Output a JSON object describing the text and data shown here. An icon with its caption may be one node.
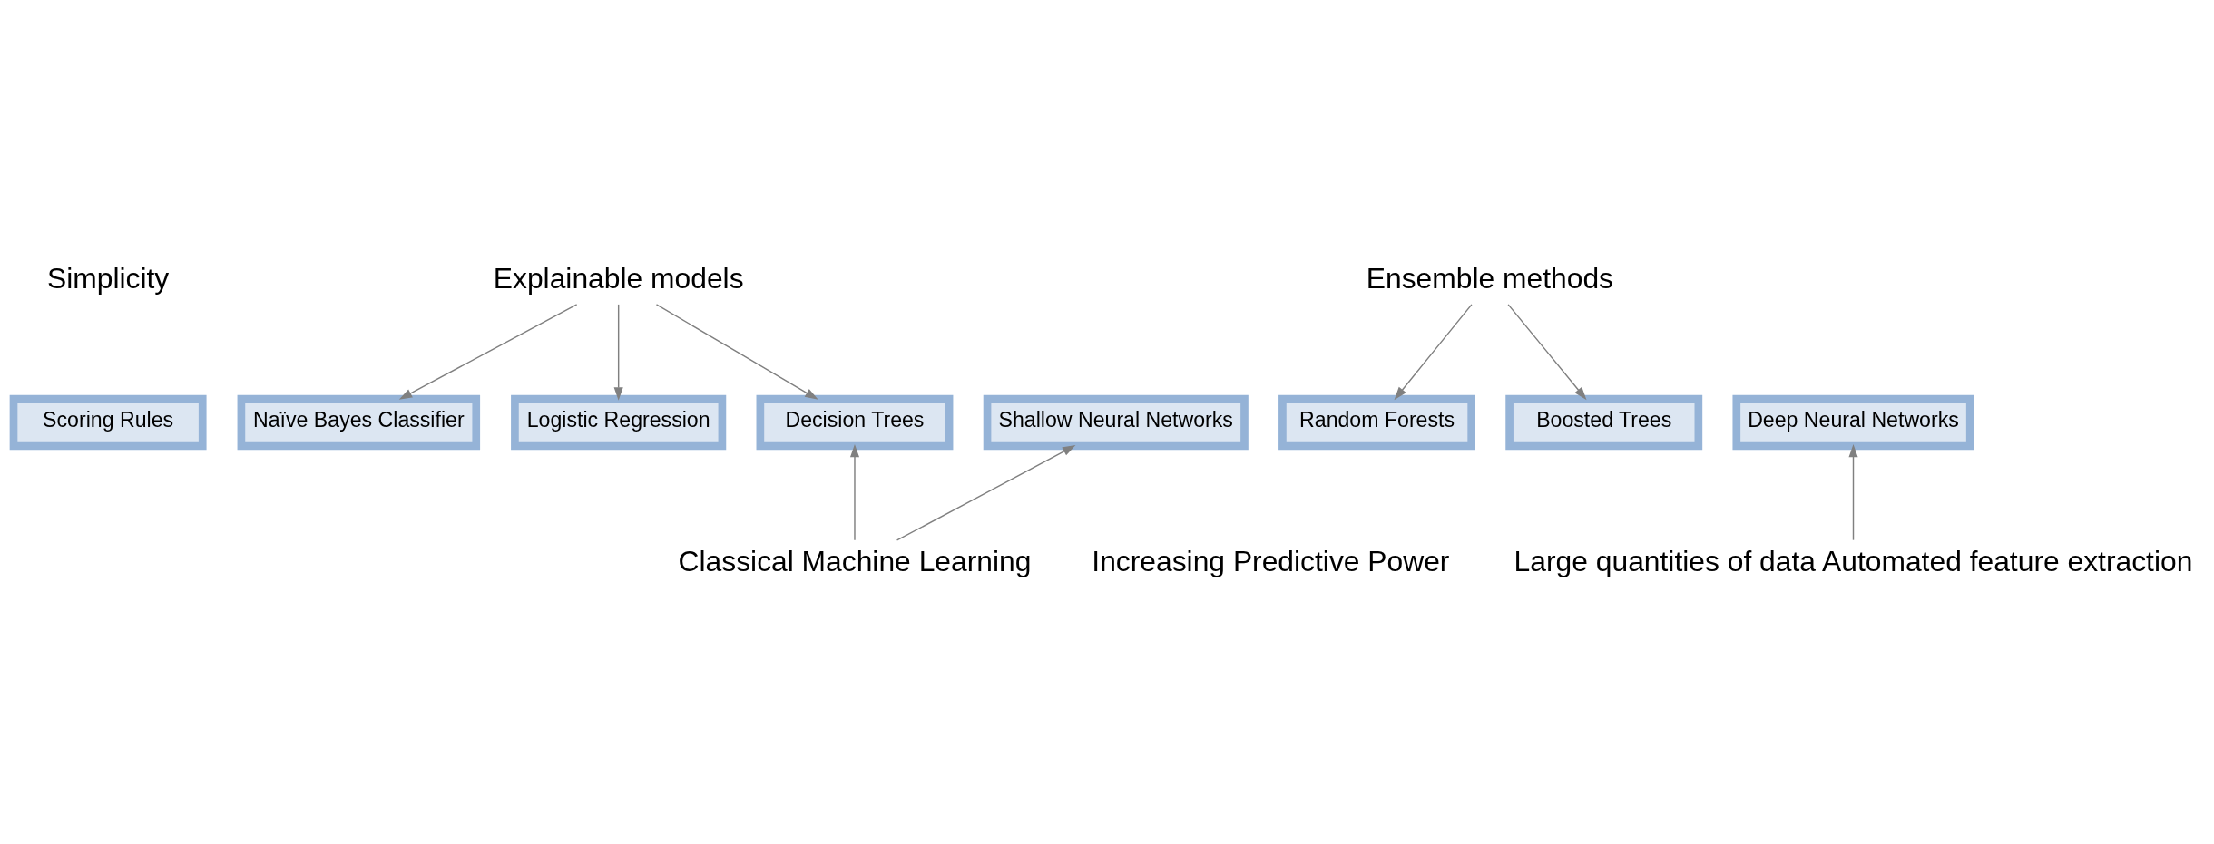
{
  "diagram": {
    "nodes": [
      {
        "text": [
          "Scoring Rules"
        ]
      },
      {
        "text": [
          "Naïve Bayes Classifier"
        ]
      },
      {
        "text": [
          "Logistic Regression"
        ]
      },
      {
        "text": [
          "Decision Trees"
        ]
      },
      {
        "text": [
          "Shallow Neural Networks"
        ]
      },
      {
        "text": [
          "Random Forests"
        ]
      },
      {
        "text": [
          "Boosted Trees"
        ]
      },
      {
        "text": [
          "Deep Neural Networks"
        ]
      },
      {
        "text": [
          "Explainable models"
        ]
      },
      {
        "text": [
          "Ensemble methods"
        ]
      },
      {
        "text": [
          "Classical Machine Learning"
        ]
      },
      {
        "text": [
          "Large quantities of data Automated feature extraction"
        ]
      }
    ],
    "edges": [
      {
        "from": 8,
        "to": 1,
        "arrow": "to"
      },
      {
        "from": 8,
        "to": 2,
        "arrow": "to"
      },
      {
        "from": 8,
        "to": 3,
        "arrow": "to"
      },
      {
        "from": 9,
        "to": 5,
        "arrow": "to"
      },
      {
        "from": 9,
        "to": 6,
        "arrow": "to"
      },
      {
        "from": 10,
        "to": 3,
        "arrow": "to"
      },
      {
        "from": 10,
        "to": 4,
        "arrow": "to"
      },
      {
        "from": 11,
        "to": 7,
        "arrow": "to"
      }
    ],
    "labels": [
      "Simplicity",
      "Increasing Predictive Power"
    ]
  }
}
